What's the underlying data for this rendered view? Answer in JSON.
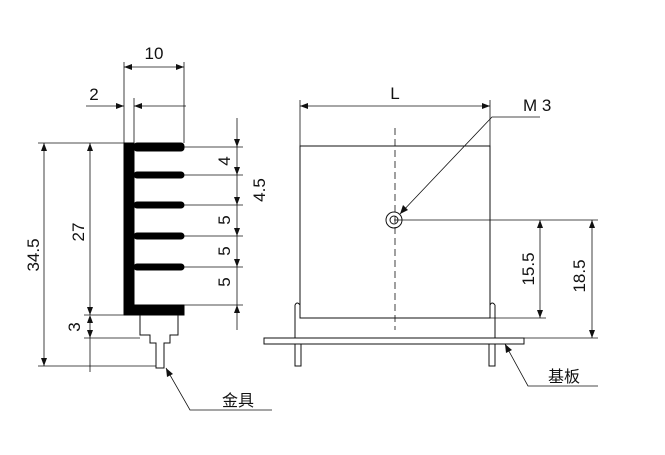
{
  "left_view": {
    "width_label": "10",
    "base_thickness_label": "2",
    "overall_height_label": "34.5",
    "body_height_label": "27",
    "bracket_height_label": "3",
    "fin_pitch_labels": [
      "4",
      "4.5",
      "5",
      "5",
      "5"
    ]
  },
  "right_view": {
    "length_label": "L",
    "screw_label": "M 3",
    "hole_height_label": "15.5",
    "board_height_label": "18.5"
  },
  "callouts": {
    "bracket_label": "金具",
    "board_label": "基板"
  }
}
